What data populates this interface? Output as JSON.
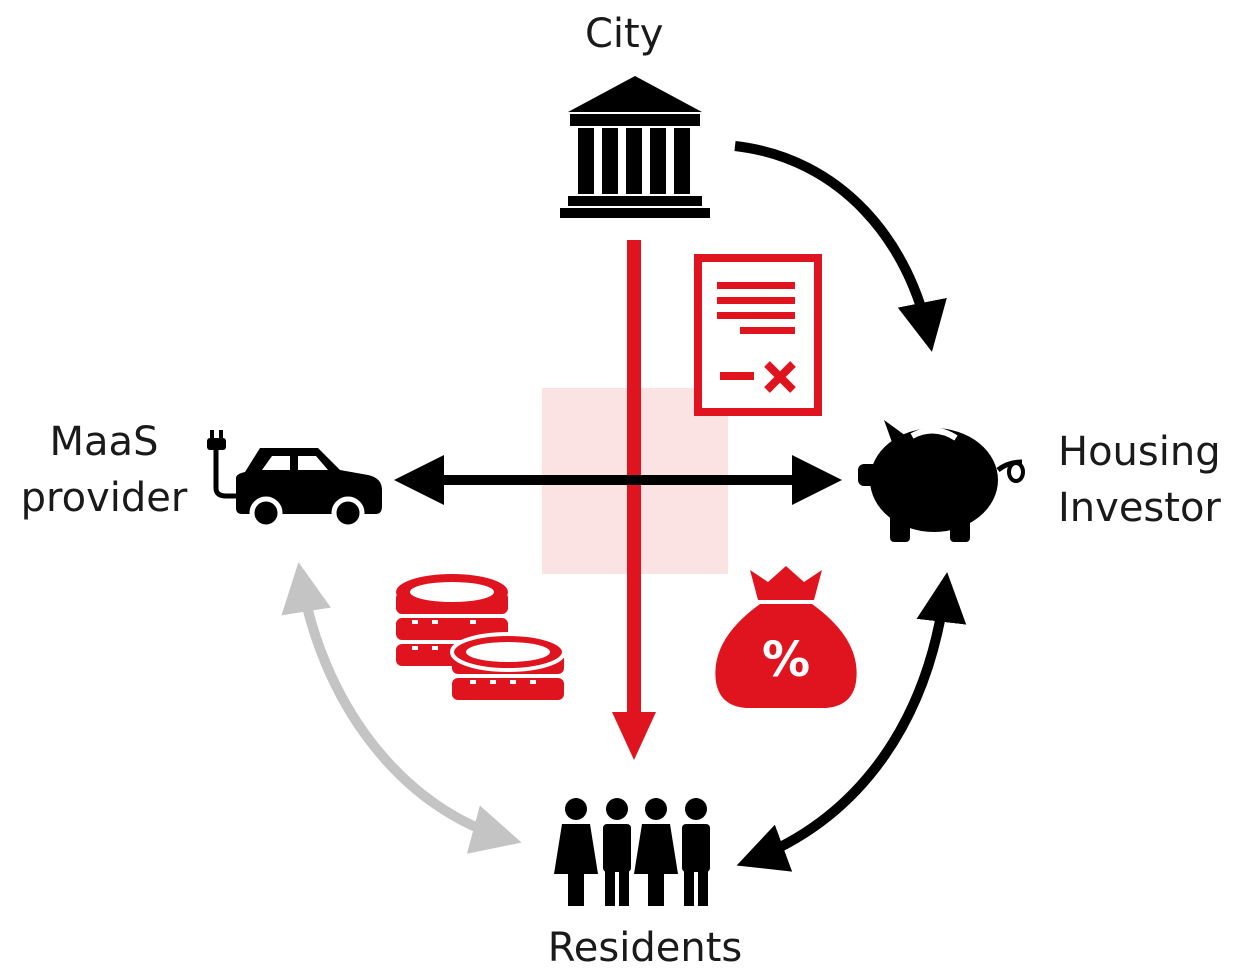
{
  "nodes": {
    "city": {
      "label": "City",
      "icon": "bank-building-icon"
    },
    "maas": {
      "label_line1": "MaaS",
      "label_line2": "provider",
      "icon": "electric-car-icon"
    },
    "housing": {
      "label_line1": "Housing",
      "label_line2": "Investor",
      "icon": "piggy-bank-icon"
    },
    "residents": {
      "label": "Residents",
      "icon": "people-group-icon"
    }
  },
  "icons": {
    "contract": "contract-document-icon",
    "coins": "coin-stack-icon",
    "money_bag": "percent-money-bag-icon",
    "money_bag_text": "%"
  },
  "colors": {
    "black": "#000000",
    "red": "#e0141e",
    "grey": "#c4c4c4",
    "watermark": "#fbe3e3"
  }
}
